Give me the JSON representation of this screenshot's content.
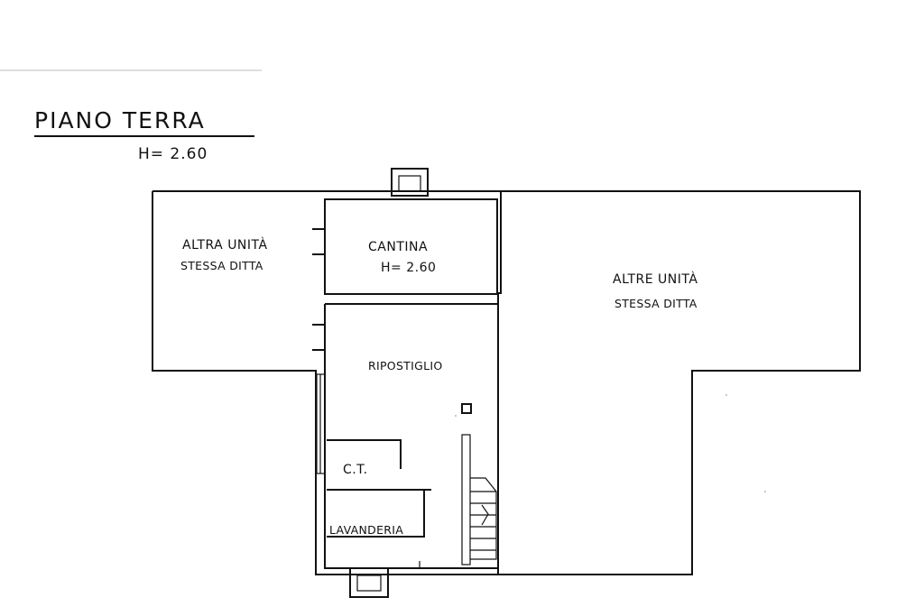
{
  "header": {
    "title": "PIANO TERRA",
    "height": "H= 2.60"
  },
  "rooms": {
    "altra_unita_line1": "ALTRA UNITÀ",
    "altra_unita_line2": "STESSA DITTA",
    "cantina_name": "CANTINA",
    "cantina_height": "H= 2.60",
    "altre_unita_line1": "ALTRE UNITÀ",
    "altre_unita_line2": "STESSA DITTA",
    "ripostiglio": "RIPOSTIGLIO",
    "ct": "C.T.",
    "lavanderia": "LAVANDERIA"
  }
}
